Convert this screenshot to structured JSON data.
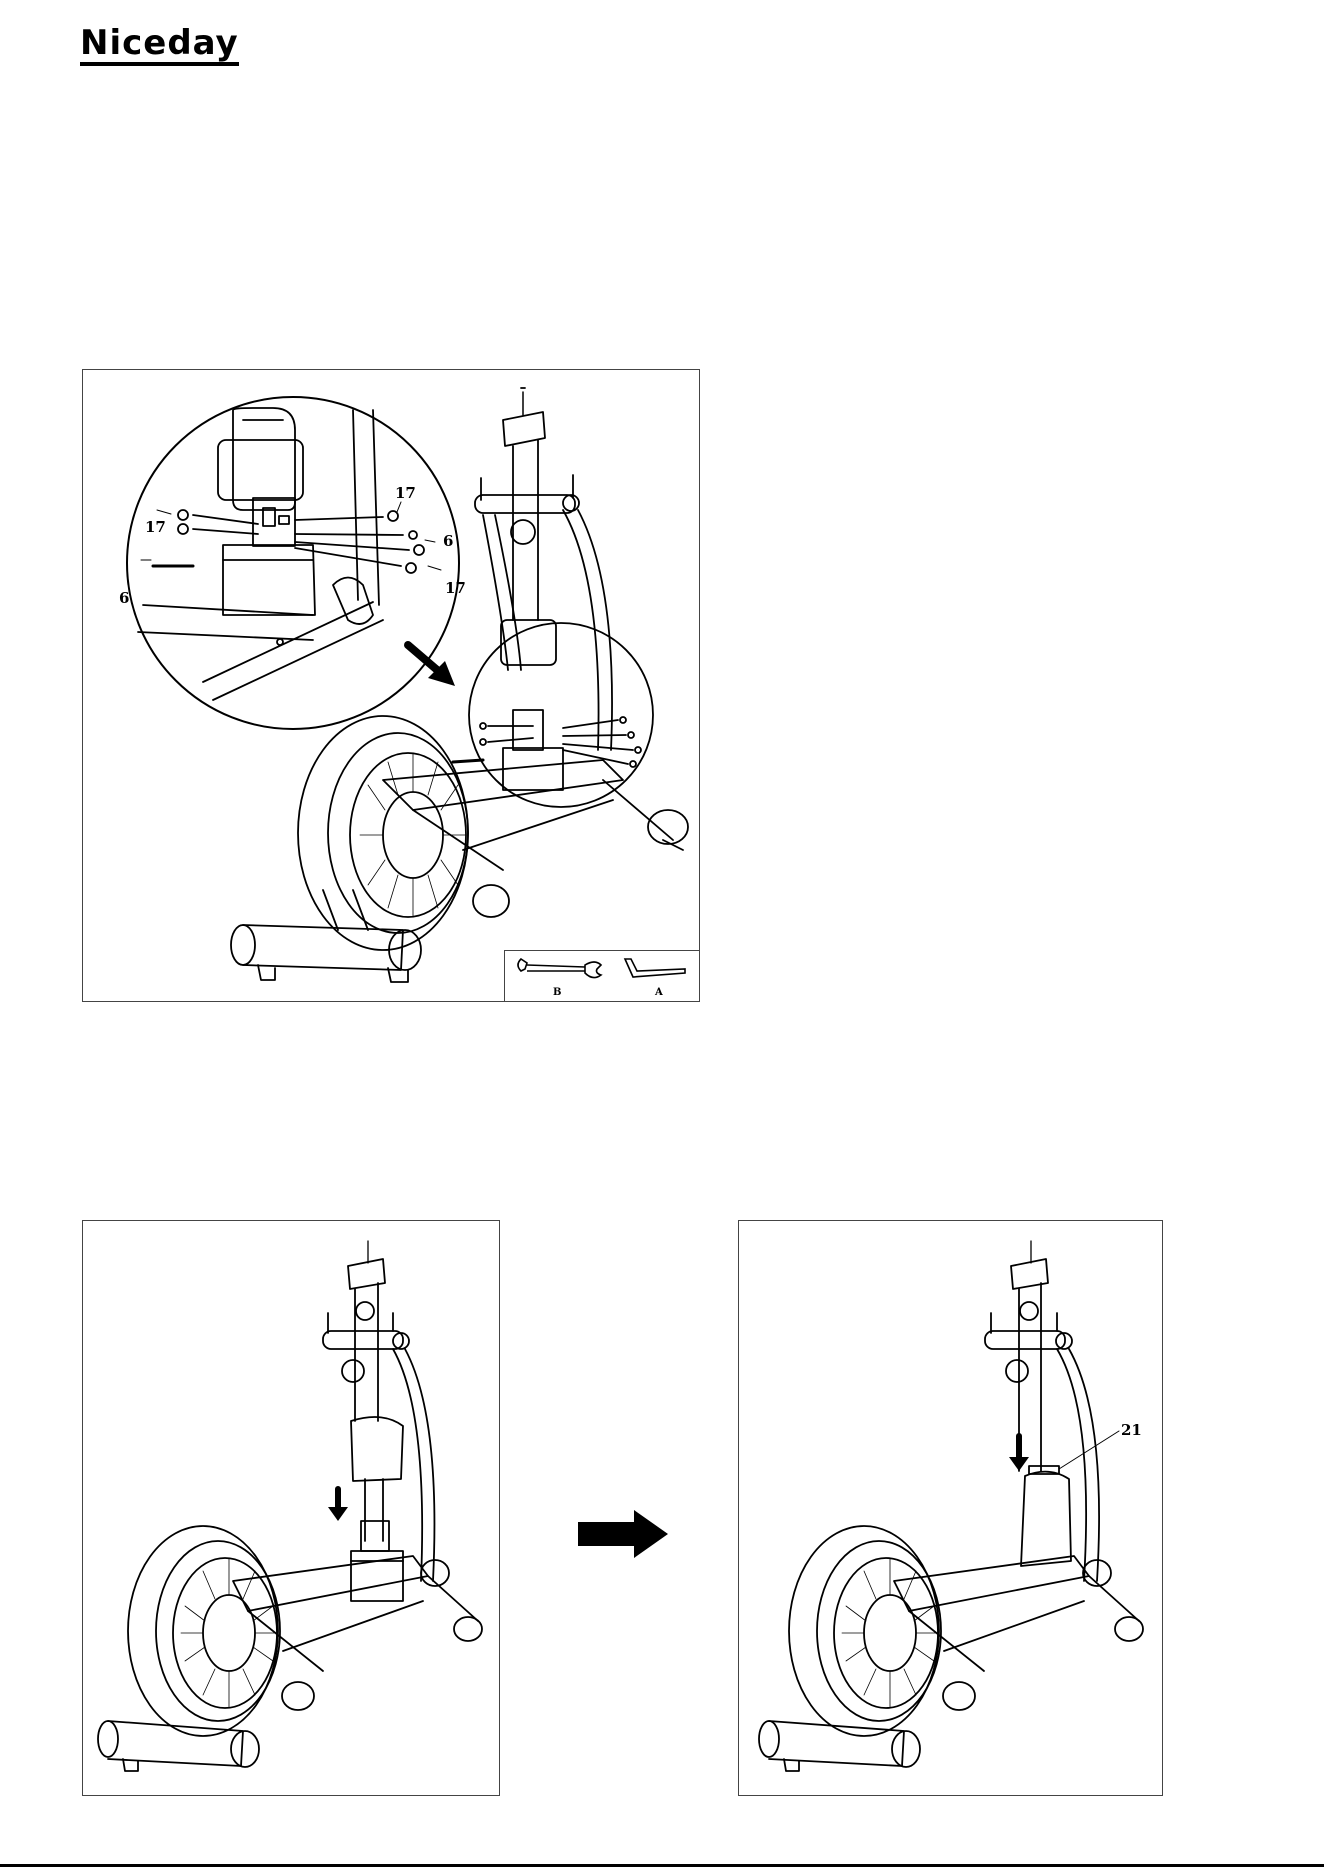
{
  "brand": {
    "name": "Niceday"
  },
  "figure1": {
    "part_labels": [
      "17",
      "17",
      "6",
      "6",
      "17"
    ],
    "tools": [
      {
        "label": "B",
        "icon": "wrench-icon"
      },
      {
        "label": "A",
        "icon": "allen-key-icon"
      }
    ]
  },
  "figure3": {
    "part_label": "21"
  }
}
